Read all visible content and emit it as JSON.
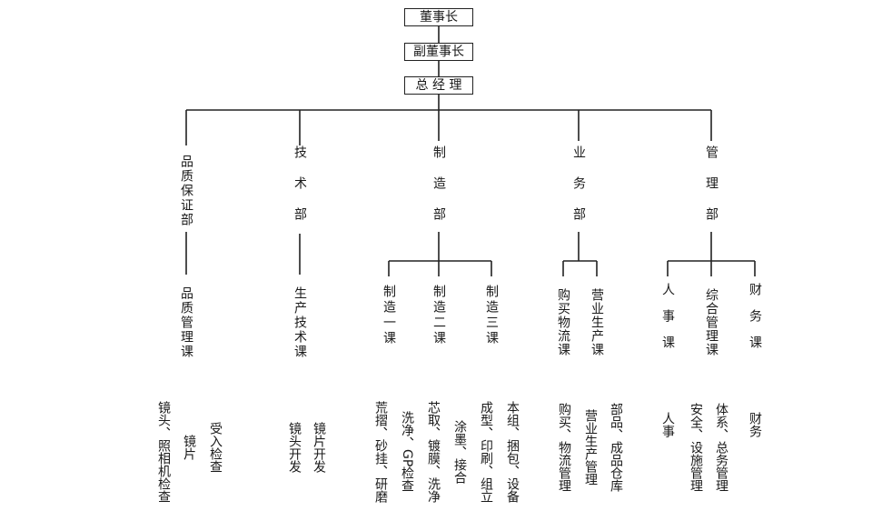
{
  "top": {
    "chairman": "董事长",
    "vice_chairman": "副董事长",
    "general_manager": "总 经 理"
  },
  "departments": {
    "quality": {
      "name": "品质保证部",
      "section": "品质管理课",
      "duties": [
        "受入检查",
        "镜片",
        "镜头、照相机检查"
      ]
    },
    "tech": {
      "name": "技术部",
      "section": "生产技术课",
      "duties": [
        "镜片开发",
        "镜头开发"
      ]
    },
    "mfg": {
      "name": "制造部",
      "sections": [
        "制造一课",
        "制造二课",
        "制造三课"
      ],
      "duties": [
        "本组、捆包、设备",
        "成型、印刷、组立",
        "涂墨、接合",
        "芯取、镀膜、洗净",
        "洗净、GP检查",
        "荒摺、砂挂、研磨"
      ]
    },
    "sales": {
      "name": "业务部",
      "sections": [
        "购买物流课",
        "营业生产课"
      ],
      "duties": [
        "部品、成品仓库",
        "营业生产管理",
        "购买、物流管理"
      ]
    },
    "admin": {
      "name": "管理部",
      "sections": [
        "人事课",
        "综合管理课",
        "财务课"
      ],
      "duties": [
        "人事",
        "体系、总务管理",
        "安全、设施管理",
        "财务"
      ]
    }
  }
}
